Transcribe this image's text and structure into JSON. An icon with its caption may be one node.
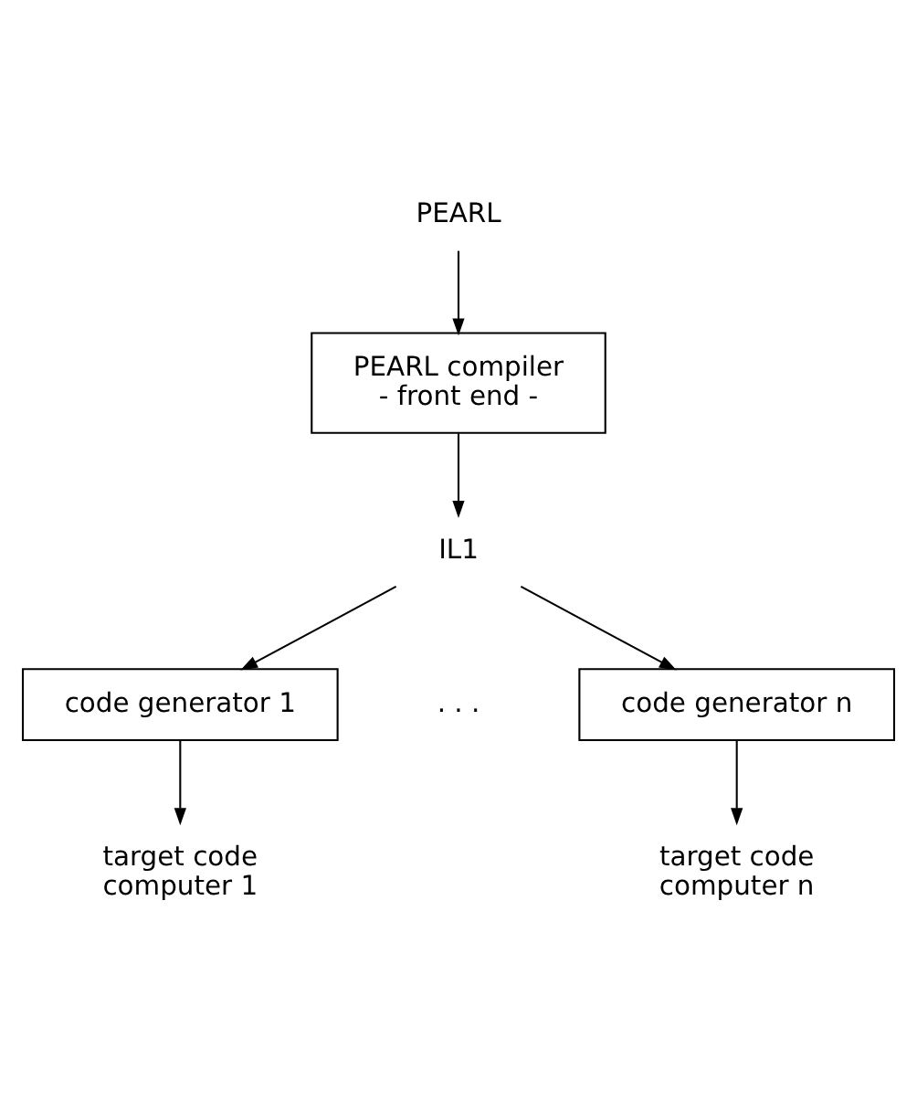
{
  "diagram": {
    "nodes": [
      {
        "text": [
          "PEARL"
        ]
      },
      {
        "text": [
          "PEARL compiler",
          "- front end -"
        ]
      },
      {
        "text": [
          "IL1"
        ]
      },
      {
        "text": [
          "code generator 1"
        ]
      },
      {
        "text": [
          "code generator n"
        ]
      },
      {
        "text": [
          "target code computer 1"
        ]
      },
      {
        "text": [
          "target code computer n"
        ]
      }
    ],
    "edges": [
      {
        "from": 0,
        "to": 1,
        "arrow": "to"
      },
      {
        "from": 1,
        "to": 2,
        "arrow": "to"
      },
      {
        "from": 2,
        "to": 3,
        "arrow": "to"
      },
      {
        "from": 2,
        "to": 4,
        "arrow": "to"
      },
      {
        "from": 3,
        "to": 5,
        "arrow": "to"
      },
      {
        "from": 4,
        "to": 6,
        "arrow": "to"
      }
    ],
    "labels": [
      ". . ."
    ]
  }
}
